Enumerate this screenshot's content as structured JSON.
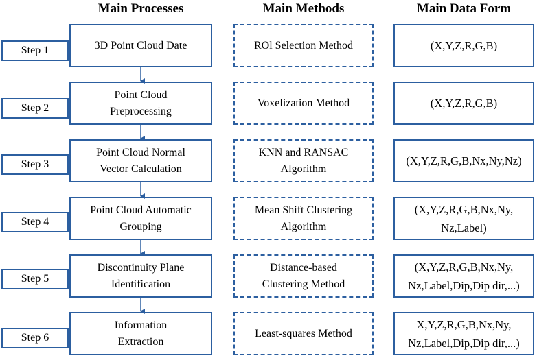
{
  "headers": {
    "processes": "Main Processes",
    "methods": "Main Methods",
    "data_form": "Main Data Form"
  },
  "steps": [
    {
      "label": "Step 1",
      "process": "3D Point Cloud Date",
      "method": "ROl Selection Method",
      "form": "(X,Y,Z,R,G,B)"
    },
    {
      "label": "Step 2",
      "process": "Point Cloud\nPreprocessing",
      "method": "Voxelization Method",
      "form": "(X,Y,Z,R,G,B)"
    },
    {
      "label": "Step 3",
      "process": "Point Cloud Normal\nVector Calculation",
      "method": "KNN and RANSAC\nAlgorithm",
      "form": "(X,Y,Z,R,G,B,Nx,Ny,Nz)"
    },
    {
      "label": "Step 4",
      "process": "Point Cloud Automatic\nGrouping",
      "method": "Mean Shift Clustering\nAlgorithm",
      "form": "(X,Y,Z,R,G,B,Nx,Ny,\nNz,Label)"
    },
    {
      "label": "Step 5",
      "process": "Discontinuity Plane\nIdentification",
      "method": "Distance-based\nClustering Method",
      "form": "(X,Y,Z,R,G,B,Nx,Ny,\nNz,Label,Dip,Dip dir,...)"
    },
    {
      "label": "Step 6",
      "process": "Information\nExtraction",
      "method": "Least-squares Method",
      "form": "X,Y,Z,R,G,B,Nx,Ny,\nNz,Label,Dip,Dip dir,...)"
    }
  ],
  "colors": {
    "border": "#2c5fa0",
    "arrow": "#2c5fa0"
  }
}
